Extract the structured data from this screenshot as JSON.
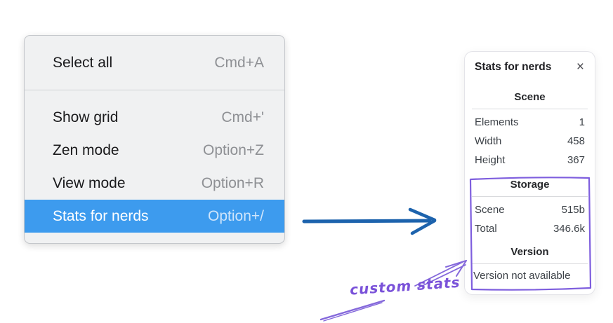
{
  "context_menu": {
    "items": [
      {
        "label": "Select all",
        "shortcut": "Cmd+A",
        "selected": false
      },
      {
        "label": "Show grid",
        "shortcut": "Cmd+'",
        "selected": false
      },
      {
        "label": "Zen mode",
        "shortcut": "Option+Z",
        "selected": false
      },
      {
        "label": "View mode",
        "shortcut": "Option+R",
        "selected": false
      },
      {
        "label": "Stats for nerds",
        "shortcut": "Option+/",
        "selected": true
      }
    ]
  },
  "stats_panel": {
    "title": "Stats for nerds",
    "close_glyph": "×",
    "sections": [
      {
        "header": "Scene",
        "rows": [
          [
            "Elements",
            "1"
          ],
          [
            "Width",
            "458"
          ],
          [
            "Height",
            "367"
          ]
        ]
      },
      {
        "header": "Storage",
        "rows": [
          [
            "Scene",
            "515b"
          ],
          [
            "Total",
            "346.6k"
          ]
        ]
      },
      {
        "header": "Version",
        "note": "Version not available"
      }
    ]
  },
  "annotation": {
    "label": "custom stats"
  },
  "colors": {
    "menu_selection_blue": "#3d9bee",
    "flow_arrow_blue": "#1d63ad",
    "annotation_purple": "#7a52d9",
    "menu_background": "#f0f1f2",
    "panel_background": "#ffffff"
  }
}
